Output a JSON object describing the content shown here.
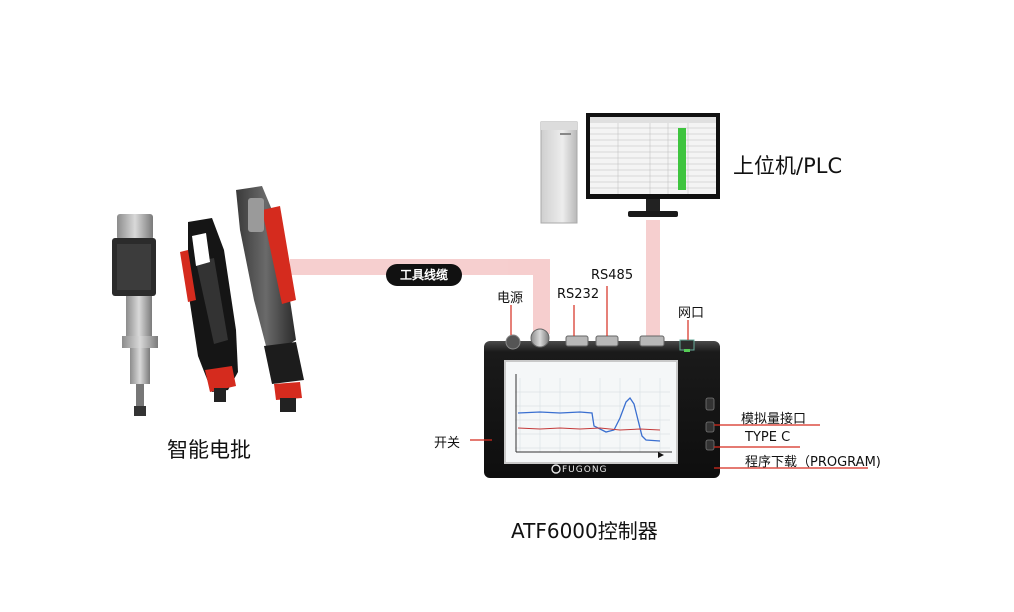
{
  "tools": {
    "caption": "智能电批"
  },
  "cable": {
    "label": "工具线缆"
  },
  "pc": {
    "caption": "上位机/PLC"
  },
  "controller": {
    "caption": "ATF6000控制器",
    "brand": "FUGONG",
    "ports": {
      "power": "电源",
      "rs232": "RS232",
      "rs485": "RS485",
      "network": "网口",
      "switch": "开关",
      "analog": "模拟量接口",
      "typec": "TYPE C",
      "program": "程序下载（PROGRAM)"
    }
  },
  "colors": {
    "cable": "#f3c4c4",
    "accent_red": "#d52b1e",
    "screen_blue": "#3a6fd0",
    "screen_red": "#c43a3a"
  }
}
